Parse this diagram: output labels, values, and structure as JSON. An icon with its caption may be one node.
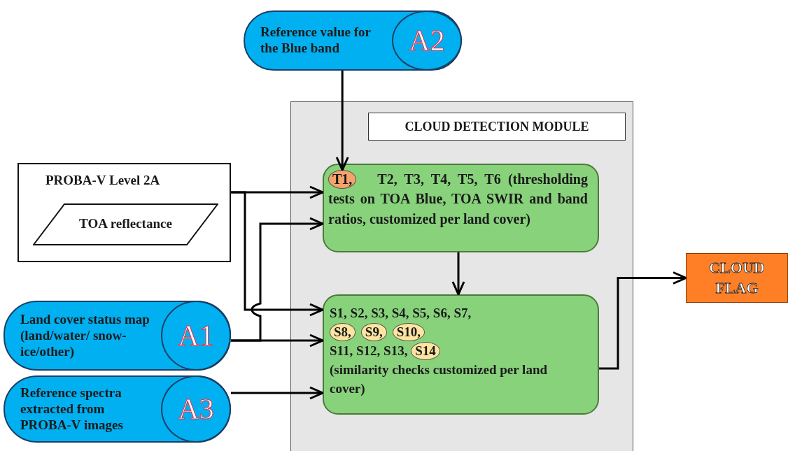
{
  "diagram": {
    "nodes": [
      {
        "text": [
          "Reference value for the Blue band",
          "A2"
        ]
      },
      {
        "text": [
          "CLOUD DETECTION MODULE"
        ]
      },
      {
        "text": [
          "T2, T3, T4, T5, T6 (thresholding tests on TOA Blue, TOA SWIR and band ratios, customized per land cover)"
        ],
        "in": 1
      },
      {
        "text": [
          "T1,"
        ],
        "in": 2
      },
      {
        "text": [
          "S1, S2, S3, S4, S5, S6, S7,",
          "S11, S12, S13,",
          "(similarity checks customized per land cover)"
        ],
        "in": 1
      },
      {
        "text": [
          "S8,"
        ],
        "in": 4
      },
      {
        "text": [
          "S9,"
        ],
        "in": 4
      },
      {
        "text": [
          "S10,"
        ],
        "in": 4
      },
      {
        "text": [
          "S14"
        ],
        "in": 4
      },
      {
        "text": [
          "PROBA-V Level 2A"
        ]
      },
      {
        "text": [
          "TOA reflectance"
        ],
        "in": 9
      },
      {
        "text": [
          "Land cover status map (land/water/ snow-ice/other)",
          "A1"
        ]
      },
      {
        "text": [
          "Reference spectra extracted from PROBA-V images",
          "A3"
        ]
      },
      {
        "text": [
          "CLOUD FLAG"
        ]
      }
    ],
    "edges": [
      {
        "from": 0,
        "to": 3,
        "arrow": "to"
      },
      {
        "from": 9,
        "to": 2,
        "arrow": "to"
      },
      {
        "from": 9,
        "to": 4,
        "arrow": "to"
      },
      {
        "from": 11,
        "to": 2,
        "arrow": "to"
      },
      {
        "from": 11,
        "to": 4,
        "arrow": "to"
      },
      {
        "from": 12,
        "to": 4,
        "arrow": "to"
      },
      {
        "from": 2,
        "to": 4,
        "arrow": "to"
      },
      {
        "from": 4,
        "to": 13,
        "arrow": "to"
      }
    ]
  }
}
